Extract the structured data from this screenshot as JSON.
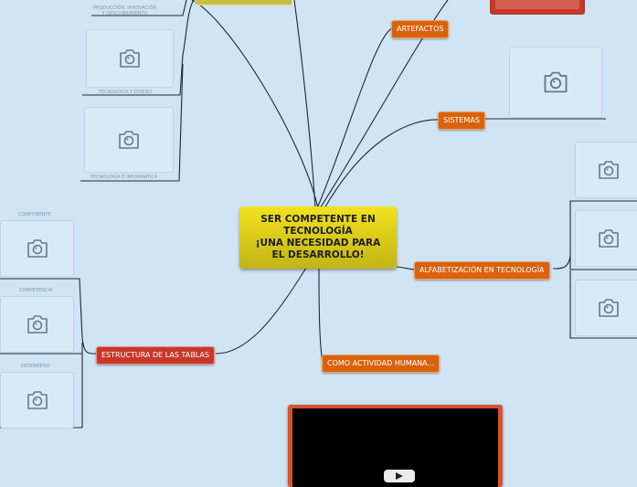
{
  "central_topic": {
    "lines": [
      "SER COMPETENTE EN",
      "TECNOLOGÍA",
      "¡UNA NECESIDAD PARA",
      "EL DESARROLLO!"
    ]
  },
  "topics": {
    "artefactos": "ARTEFACTOS",
    "sistemas": "SISTEMAS",
    "alfabetizacion": "ALFABETIZACIÓN EN TECNOLOGÍA",
    "estructura": "ESTRUCTURA DE LAS TABLAS",
    "actividad": "COMO ACTIVIDAD HUMANA..."
  },
  "image_captions": {
    "produccion": [
      "PRODUCCIÓN, INNOVACIÓN",
      "Y DESCUBRIMIENTO"
    ],
    "tecnologia_diseno": "TECNOLOGÍA Y DISEÑO",
    "tecnologia_informatica": "TECNOLOGÍA E INFORMÁTICA",
    "componente": "COMPONENTE",
    "competencia": "COMPETENCIA",
    "desempeno": "DESEMPEÑO"
  },
  "colors": {
    "background": "#cfe4f4",
    "central": "#e6d51b",
    "main_topic": "#d9620f",
    "red_topic": "#c8382a",
    "connector": "#1f2a33"
  },
  "icons": [
    "camera-icon",
    "play-icon"
  ]
}
